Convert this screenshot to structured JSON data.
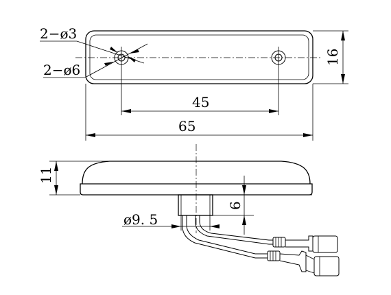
{
  "drawing": {
    "top_view": {
      "small_hole_label": "2−ø3",
      "large_hole_label": "2−ø6",
      "hole_spacing": "45",
      "overall_length": "65",
      "overall_width": "16"
    },
    "side_view": {
      "height": "11",
      "stem_length": "6",
      "stem_diameter": "ø9. 5"
    }
  }
}
